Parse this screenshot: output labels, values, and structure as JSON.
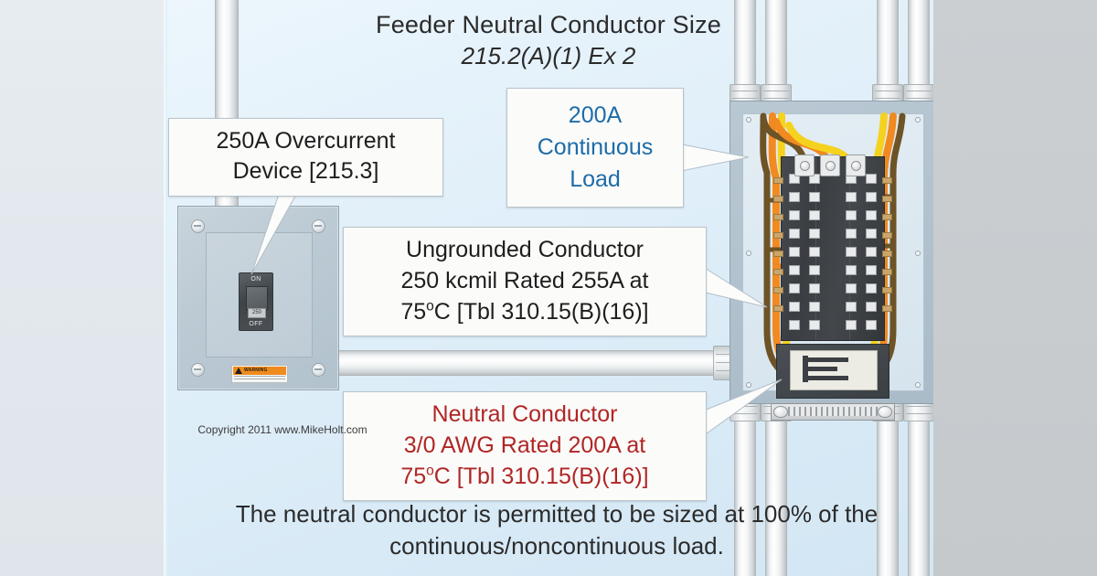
{
  "title": {
    "line1": "Feeder Neutral Conductor Size",
    "line2": "215.2(A)(1) Ex 2"
  },
  "caption": {
    "line1": "The neutral conductor is permitted to be sized",
    "line2": "at 100% of the continuous/noncontinuous load."
  },
  "copyright": {
    "line1": "Copyright 2011",
    "line2": "www.MikeHolt.com"
  },
  "callouts": {
    "ocpd": {
      "line1": "250A Overcurrent",
      "line2": "Device [215.3]"
    },
    "load": {
      "line1": "200A",
      "line2": "Continuous",
      "line3": "Load",
      "color": "#1d6ca9"
    },
    "ungrounded": {
      "line1": "Ungrounded Conductor",
      "line2": "250 kcmil Rated 255A at",
      "line3_pre": "75",
      "line3_deg": "o",
      "line3_post": "C [Tbl 310.15(B)(16)]"
    },
    "neutral": {
      "line1": "Neutral Conductor",
      "line2": "3/0 AWG Rated 200A at",
      "line3_pre": "75",
      "line3_deg": "o",
      "line3_post": "C [Tbl 310.15(B)(16)]",
      "color": "#b02626"
    }
  },
  "disconnect": {
    "breaker_on": "ON",
    "breaker_off": "OFF",
    "breaker_rating": "250",
    "warning_label": "WARNING"
  },
  "colors": {
    "background_panel": "#e2f0fa",
    "letterbox_left": "#e3e9ee",
    "letterbox_right": "#c8cccf",
    "callout_fill": "#fbfbf9",
    "callout_border": "#b9c4cb",
    "blue_text": "#1d6ca9",
    "red_text": "#b02626",
    "body_text": "#2b2b2b",
    "conduit": "#eef1f2",
    "enclosure": "#bccad4",
    "bus_dark": "#3e4246",
    "wire_orange": "#f08a21",
    "wire_yellow": "#f5d21e",
    "wire_brown": "#6d5326",
    "wire_gray": "#cfd4d7",
    "warning_orange": "#ef8b1d"
  }
}
